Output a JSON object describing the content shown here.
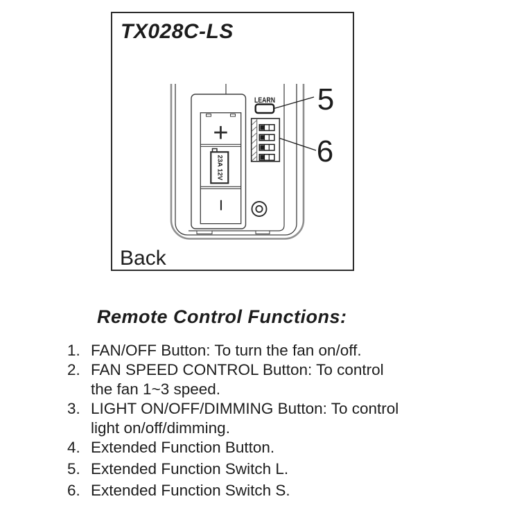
{
  "diagram": {
    "model": "TX028C-LS",
    "view_label": "Back",
    "learn_label": "LEARN",
    "battery_label": "23A 12V",
    "battery_plus_symbol": "+",
    "battery_minus_symbol": "−",
    "callouts": {
      "learn_switch_number": "5",
      "dip_switch_number": "6"
    }
  },
  "functions": {
    "heading": "Remote Control Functions:",
    "items": [
      {
        "number": "1.",
        "text": "FAN/OFF Button: To turn the fan on/off."
      },
      {
        "number": "2.",
        "text": "FAN SPEED CONTROL Button: To control\nthe fan 1~3 speed."
      },
      {
        "number": "3.",
        "text": "LIGHT ON/OFF/DIMMING Button: To control\nlight on/off/dimming."
      },
      {
        "number": "4.",
        "text": "Extended Function Button."
      },
      {
        "number": "5.",
        "text": "Extended Function Switch L."
      },
      {
        "number": "6.",
        "text": "Extended Function Switch S."
      }
    ]
  },
  "colors": {
    "ink": "#1c1c1c",
    "line": "#3d3d3d",
    "shell": "#8f8f8f",
    "background": "#ffffff"
  }
}
